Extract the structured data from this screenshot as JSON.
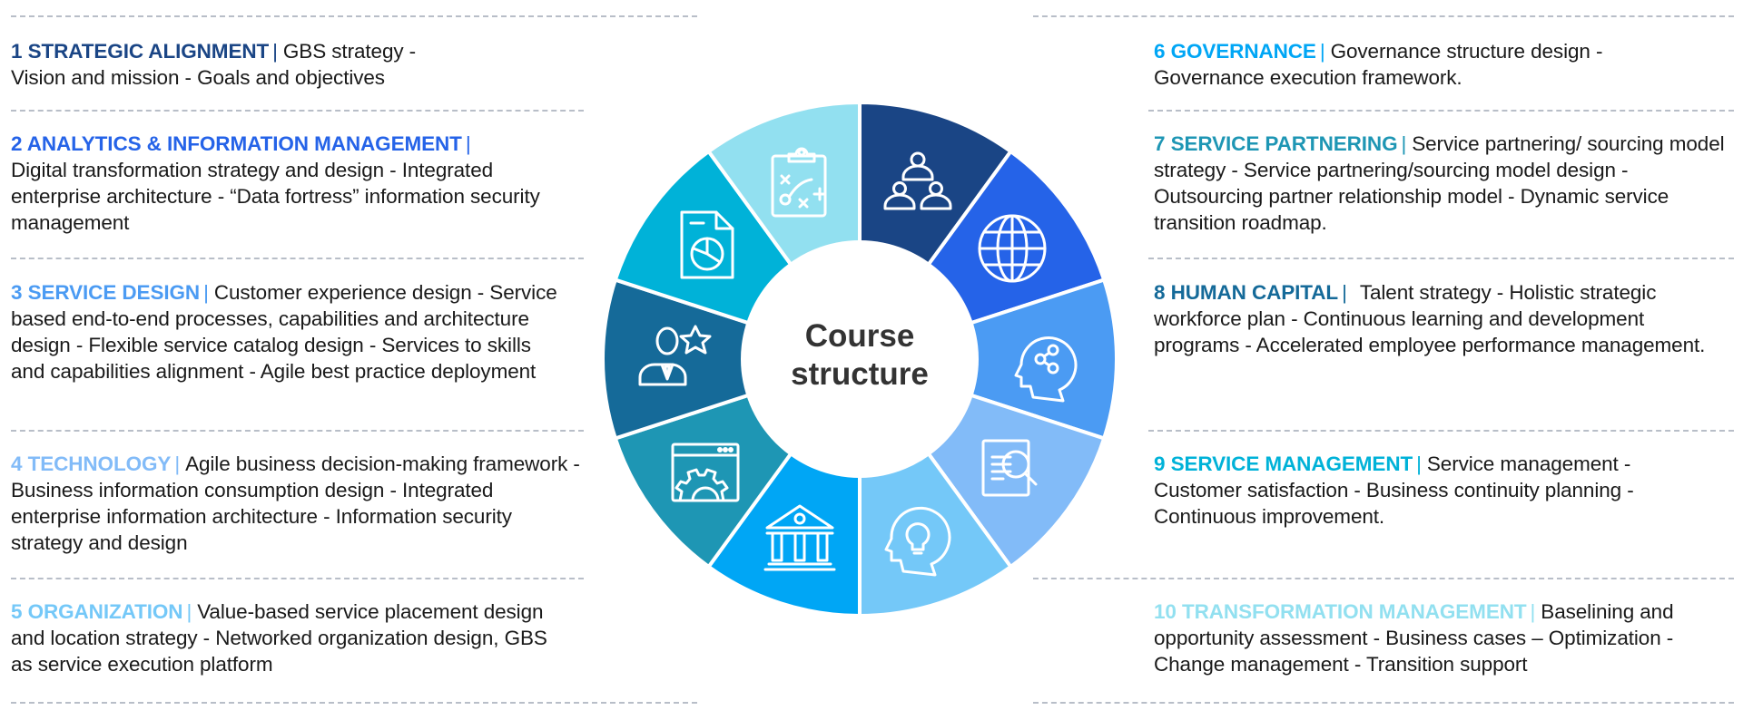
{
  "center": {
    "line1": "Course",
    "line2": "structure"
  },
  "left_items": [
    {
      "number": "1",
      "title": "1 STRATEGIC ALIGNMENT",
      "separator": "|",
      "color": "#1a4585",
      "description": "GBS strategy - Vision and mission - Goals and objectives",
      "lines": [
        "GBS strategy -",
        "Vision and mission - Goals and objectives"
      ]
    },
    {
      "number": "2",
      "title": "2 ANALYTICS & INFORMATION MANAGEMENT",
      "separator": "|",
      "color": "#2563e8",
      "description": "Digital transformation strategy and design - Integrated enterprise architecture - “Data fortress” information security management"
    },
    {
      "number": "3",
      "title": "3 SERVICE DESIGN",
      "separator": "|",
      "color": "#4b9bf3",
      "description": "Customer experience design - Service based end-to-end processes, capabilities and architecture design - Flexible service catalog design - Services to skills and capabilities alignment - Agile best practice deployment"
    },
    {
      "number": "4",
      "title": "4 TECHNOLOGY",
      "separator": "|",
      "color": "#82bbf8",
      "description": "Agile business decision-making framework - Business information consumption design - Integrated enterprise information architecture - Information security strategy and design"
    },
    {
      "number": "5",
      "title": "5 ORGANIZATION",
      "separator": "|",
      "color": "#74c8f8",
      "description": "Value-based service placement design and location strategy - Networked organization design, GBS as service execution platform"
    }
  ],
  "right_items": [
    {
      "number": "6",
      "title": "6 GOVERNANCE",
      "separator": "|",
      "color": "#00a6f5",
      "description": "Governance structure design - Governance execution framework."
    },
    {
      "number": "7",
      "title": "7 SERVICE PARTNERING",
      "separator": "|",
      "color": "#1e96b4",
      "description": "Service partnering/ sourcing model strategy - Service partnering/sourcing model design - Outsourcing partner relationship model - Dynamic service transition roadmap."
    },
    {
      "number": "8",
      "title": "8 HUMAN CAPITAL",
      "separator": "|",
      "color": "#156a99",
      "description": "Talent strategy - Holistic strategic workforce plan - Continuous learning and development programs - Accelerated employee performance management."
    },
    {
      "number": "9",
      "title": "9 SERVICE MANAGEMENT",
      "separator": "|",
      "color": "#00b2d8",
      "description": "Service management - Customer satisfaction - Business continuity planning - Continuous improvement."
    },
    {
      "number": "10",
      "title": "10 TRANSFORMATION MANAGEMENT",
      "separator": "|",
      "color": "#92e0f0",
      "description": "Baselining and opportunity assessment - Business cases – Optimization - Change management - Transition support"
    }
  ],
  "wheel_segments": [
    {
      "module": "1",
      "icon": "people-hierarchy-icon",
      "color": "#1a4585"
    },
    {
      "module": "2",
      "icon": "globe-icon",
      "color": "#2563e8"
    },
    {
      "module": "3",
      "icon": "head-network-icon",
      "color": "#4b9bf3"
    },
    {
      "module": "4",
      "icon": "document-search-icon",
      "color": "#82bbf8"
    },
    {
      "module": "5",
      "icon": "head-lightbulb-icon",
      "color": "#74c8f8"
    },
    {
      "module": "6",
      "icon": "bank-building-icon",
      "color": "#00a6f5"
    },
    {
      "module": "7",
      "icon": "browser-gear-icon",
      "color": "#1e96b4"
    },
    {
      "module": "8",
      "icon": "businessman-star-icon",
      "color": "#156a99"
    },
    {
      "module": "9",
      "icon": "report-pie-chart-icon",
      "color": "#00b2d8"
    },
    {
      "module": "10",
      "icon": "clipboard-strategy-icon",
      "color": "#92e0f0"
    }
  ]
}
